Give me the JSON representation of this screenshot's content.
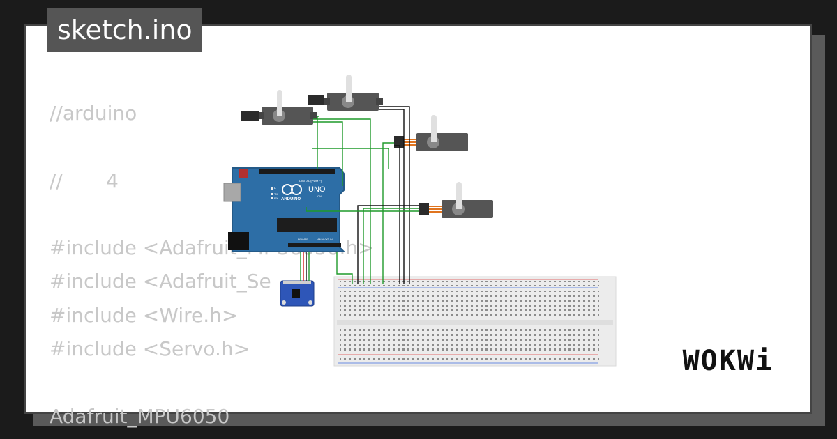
{
  "window": {
    "title": "sketch.ino"
  },
  "code": {
    "lines": [
      "//arduino",
      "",
      "//       4",
      "",
      "#include <Adafruit_MPU6050.h>",
      "#include <Adafruit_Se",
      "#include <Wire.h>",
      "#include <Servo.h>",
      "",
      "Adafruit_MPU6050"
    ]
  },
  "board": {
    "name": "UNO",
    "brand": "ARDUINO",
    "digital_label": "DIGITAL (PWM ~)",
    "power_label": "POWER",
    "analog_label": "ANALOG IN",
    "on_label": "ON",
    "tx_label": "TX",
    "rx_label": "RX",
    "l_label": "L"
  },
  "brand": {
    "logo": "WOKWi"
  },
  "colors": {
    "background": "#1b1b1b",
    "card": "#ffffff",
    "tab": "#555555",
    "board": "#2d6ea6",
    "wire_green": "#1f9a2a",
    "wire_black": "#111111",
    "wire_red": "#d22020",
    "servo_body": "#555555",
    "breadboard": "#ececec"
  }
}
